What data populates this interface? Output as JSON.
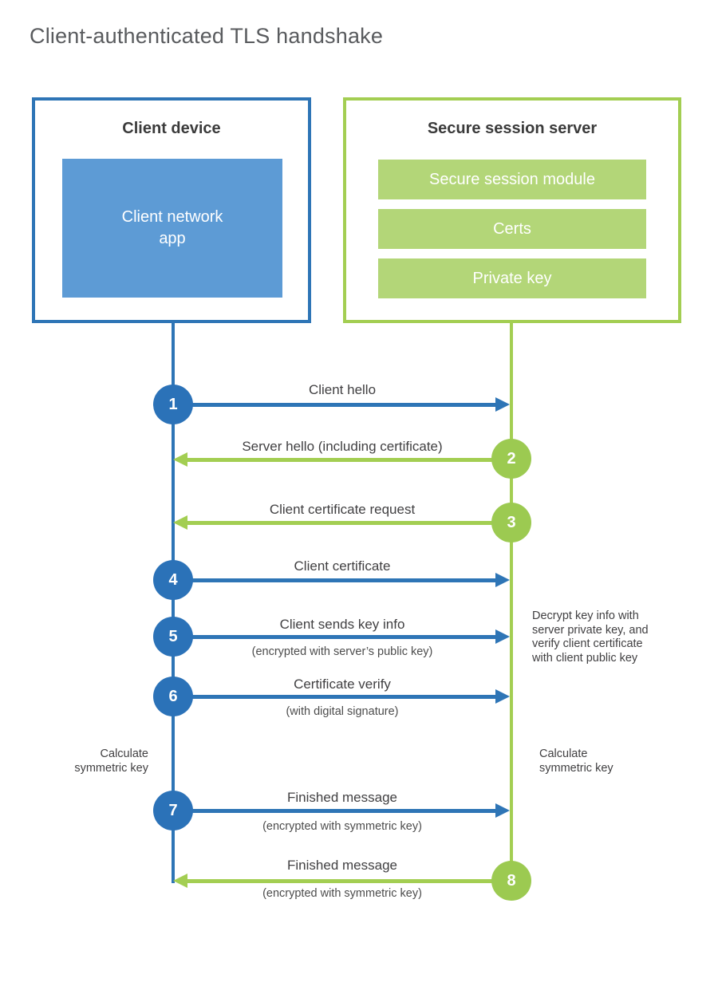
{
  "page": {
    "title": "Client-authenticated TLS handshake"
  },
  "colors": {
    "blue_line": "#2e75b6",
    "blue_fill": "#5d9bd5",
    "green_line": "#a3ce52",
    "green_fill": "#b3d678",
    "text": "#414042"
  },
  "client_box": {
    "title": "Client device",
    "app_lines": [
      "Client network",
      "app"
    ]
  },
  "server_box": {
    "title": "Secure session server",
    "modules": [
      "Secure session module",
      "Certs",
      "Private key"
    ]
  },
  "messages": [
    {
      "num": "1",
      "from": "client",
      "label": "Client hello",
      "sublabel": ""
    },
    {
      "num": "2",
      "from": "server",
      "label": "Server hello (including certificate)",
      "sublabel": ""
    },
    {
      "num": "3",
      "from": "server",
      "label": "Client certificate request",
      "sublabel": ""
    },
    {
      "num": "4",
      "from": "client",
      "label": "Client certificate",
      "sublabel": ""
    },
    {
      "num": "5",
      "from": "client",
      "label": "Client sends key info",
      "sublabel": "(encrypted with server’s public key)"
    },
    {
      "num": "6",
      "from": "client",
      "label": "Certificate verify",
      "sublabel": "(with digital signature)"
    },
    {
      "num": "7",
      "from": "client",
      "label": "Finished message",
      "sublabel": "(encrypted with symmetric key)"
    },
    {
      "num": "8",
      "from": "server",
      "label": "Finished message",
      "sublabel": "(encrypted with symmetric key)"
    }
  ],
  "annotations": {
    "decrypt_note_lines": [
      "Decrypt key info with",
      "server private key, and",
      "verify client certificate",
      "with client public key"
    ],
    "calc_left_lines": [
      "Calculate",
      "symmetric key"
    ],
    "calc_right_lines": [
      "Calculate",
      "symmetric key"
    ]
  }
}
